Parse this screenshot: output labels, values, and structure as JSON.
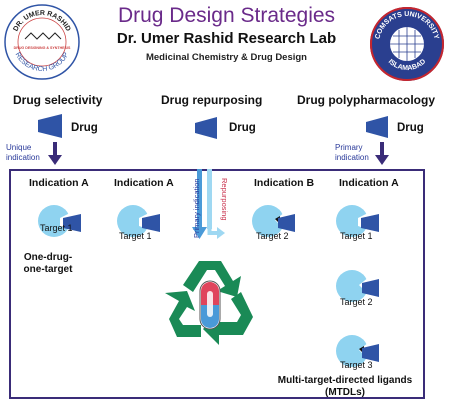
{
  "header": {
    "title": "Drug Design Strategies",
    "subtitle": "Dr. Umer Rashid Research Lab",
    "subtitle2": "Medicinal Chemistry & Drug Design"
  },
  "logos": {
    "left": {
      "top_text": "DR. UMER RASHID",
      "bottom_text": "RESEARCH GROUP",
      "center_text": "DRUG DESIGNING & SYNTHESIS"
    },
    "right": {
      "top_text": "COMSATS UNIVERSITY",
      "bottom_text": "ISLAMABAD"
    }
  },
  "strategies": [
    {
      "name": "Drug selectivity",
      "drug": "Drug",
      "arrow_label_1": "Unique",
      "arrow_label_2": "indication"
    },
    {
      "name": "Drug repurposing",
      "drug": "Drug"
    },
    {
      "name": "Drug polypharmacology",
      "drug": "Drug",
      "arrow_label_1": "Primary",
      "arrow_label_2": "indication"
    }
  ],
  "panel": {
    "indication_a": "Indication A",
    "indication_b": "Indication B",
    "primary_indication_vertical": "Primary indication",
    "repurposing_vertical": "Repurposing",
    "target1": "Target 1",
    "target2": "Target 2",
    "target3": "Target 3",
    "one_drug_line1": "One-drug-",
    "one_drug_line2": "one-target",
    "mtdl_line1": "Multi-target-directed ligands",
    "mtdl_line2": "(MTDLs)"
  },
  "colors": {
    "title": "#6a2a8a",
    "drug_shape": "#2f54a6",
    "target_circle": "#8fd3f0",
    "arrow": "#3a2c78",
    "frame": "#3a2c78",
    "recycle": "#1a8a56",
    "pill_red": "#e0445c",
    "pill_blue": "#4a9ad8"
  }
}
